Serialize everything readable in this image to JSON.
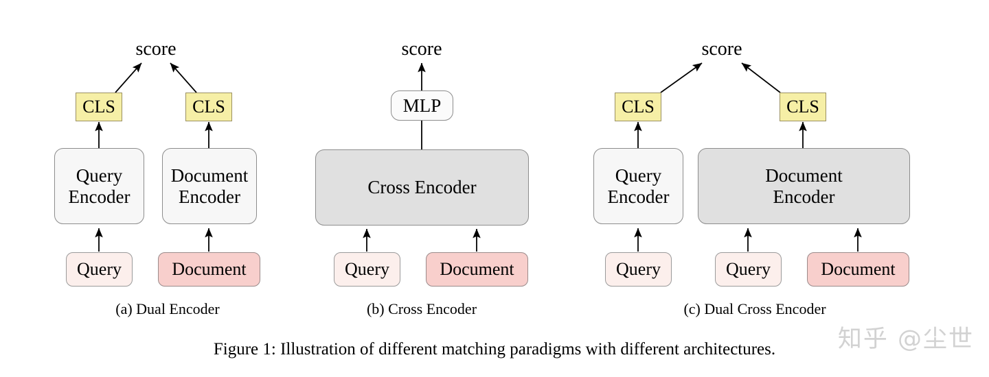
{
  "figure": {
    "caption": "Figure 1: Illustration of different matching paradigms with different architectures.",
    "watermark": "知乎 @尘世"
  },
  "colors": {
    "cls_fill": "#f6efa6",
    "cls_border": "#9a9060",
    "encoder_light_fill": "#f7f7f7",
    "encoder_dark_fill": "#e0e0e0",
    "encoder_border": "#8c8c8c",
    "query_fill": "#fcefec",
    "document_fill": "#f8cfcc",
    "arrow_color": "#000000",
    "background": "#ffffff"
  },
  "panels": [
    {
      "id": "dual-encoder",
      "caption": "(a) Dual Encoder",
      "score_label": "score",
      "nodes": {
        "cls_left": "CLS",
        "cls_right": "CLS",
        "encoder_left": "Query\nEncoder",
        "encoder_right": "Document\nEncoder",
        "input_left": "Query",
        "input_right": "Document"
      }
    },
    {
      "id": "cross-encoder",
      "caption": "(b) Cross Encoder",
      "score_label": "score",
      "nodes": {
        "mlp": "MLP",
        "encoder": "Cross Encoder",
        "input_left": "Query",
        "input_right": "Document"
      }
    },
    {
      "id": "dual-cross-encoder",
      "caption": "(c) Dual Cross Encoder",
      "score_label": "score",
      "nodes": {
        "cls_left": "CLS",
        "cls_right": "CLS",
        "encoder_left": "Query\nEncoder",
        "encoder_right": "Document\nEncoder",
        "input_left": "Query",
        "input_mid": "Query",
        "input_right": "Document"
      }
    }
  ]
}
